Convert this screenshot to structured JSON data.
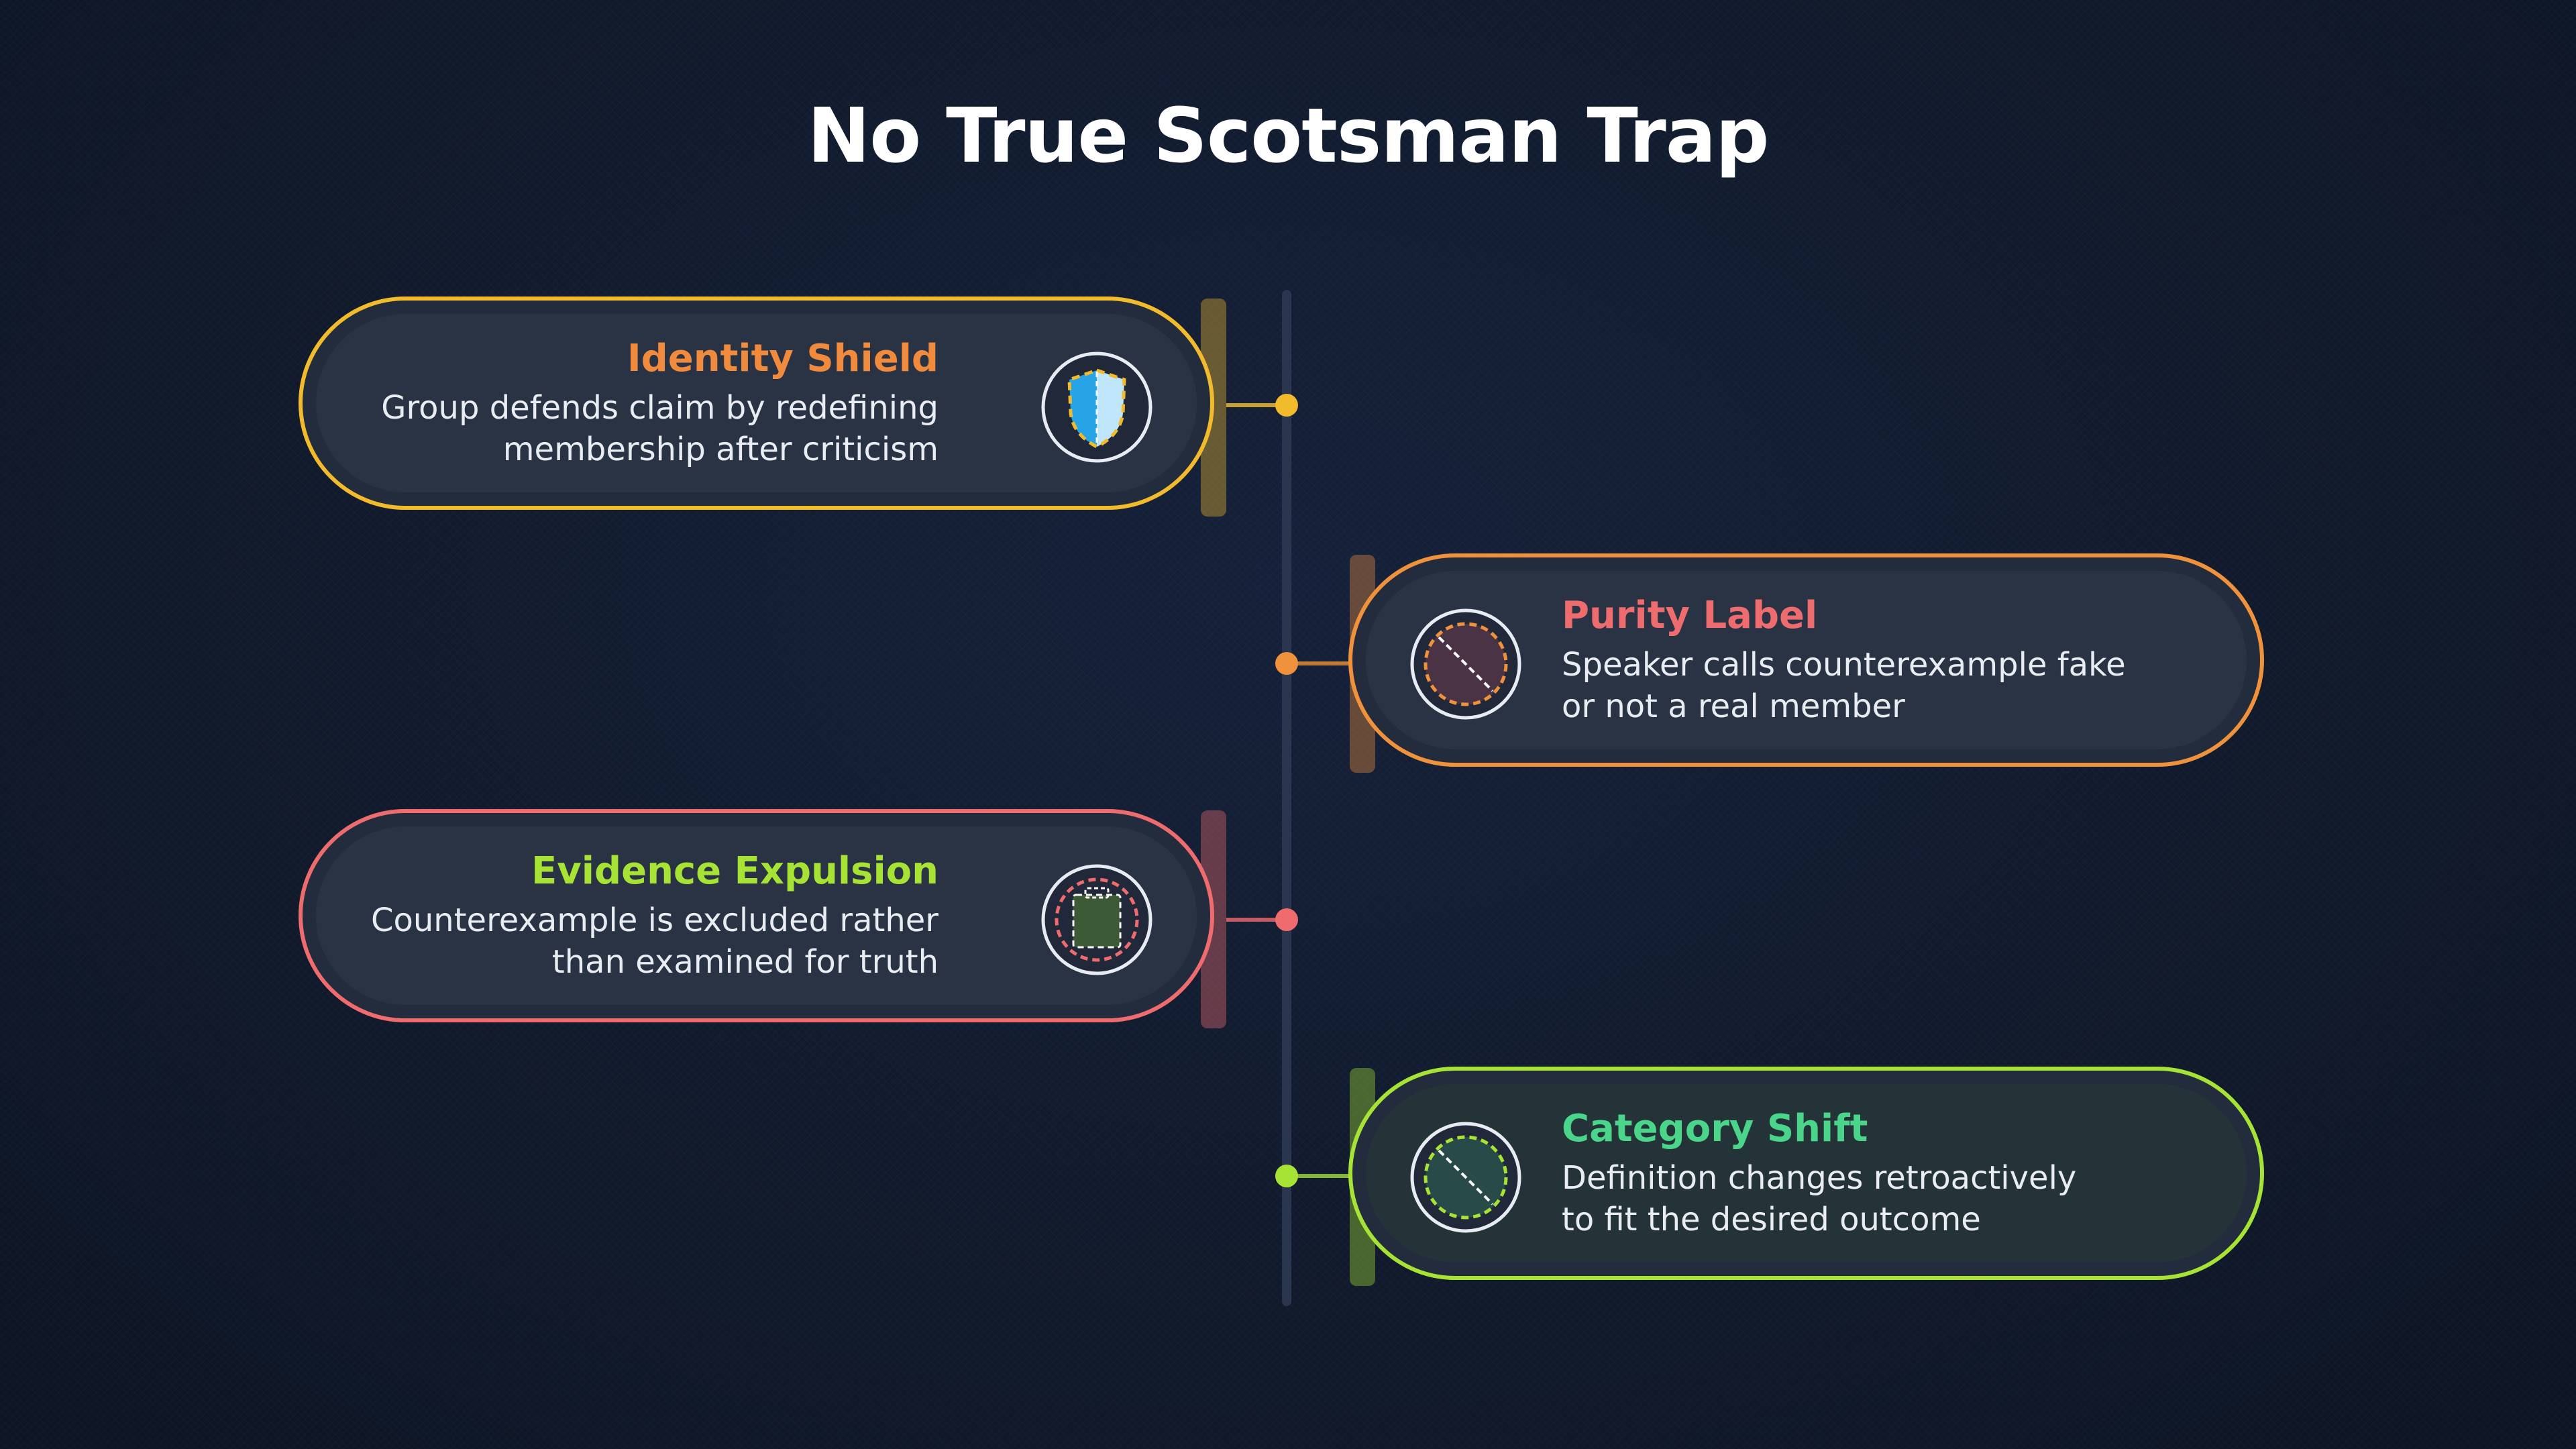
{
  "title": "No True Scotsman Trap",
  "cards": [
    {
      "title": "Identity Shield",
      "desc_line1": "Group defends claim by redefining",
      "desc_line2": "membership after criticism",
      "border_color": "#f2bb2c",
      "title_color": "#f08a3c",
      "dot_color": "#f2bb2c",
      "icon": "shield-icon",
      "side": "left"
    },
    {
      "title": "Purity Label",
      "desc_line1": "Speaker calls counterexample fake",
      "desc_line2": "or not a real member",
      "border_color": "#f0913c",
      "title_color": "#ee6b6e",
      "dot_color": "#f0913c",
      "icon": "prohibited-icon",
      "side": "right"
    },
    {
      "title": "Evidence Expulsion",
      "desc_line1": "Counterexample is excluded rather",
      "desc_line2": "than examined for truth",
      "border_color": "#ee6b6e",
      "title_color": "#a6e334",
      "dot_color": "#ee6b6e",
      "icon": "evidence-box-icon",
      "side": "left"
    },
    {
      "title": "Category Shift",
      "desc_line1": "Definition changes retroactively",
      "desc_line2": "to fit the desired outcome",
      "border_color": "#a6e334",
      "title_color": "#4ad58a",
      "dot_color": "#a6e334",
      "icon": "category-shift-icon",
      "side": "right"
    }
  ]
}
